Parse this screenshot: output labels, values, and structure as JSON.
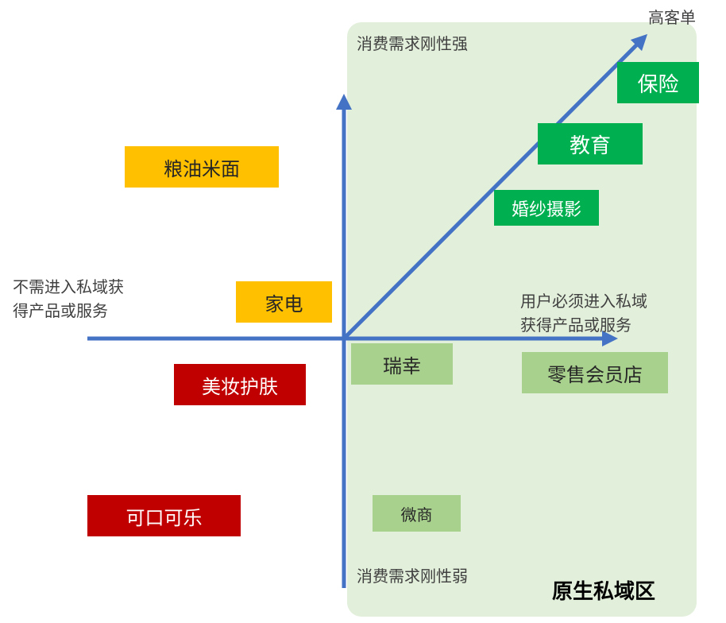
{
  "zone": {
    "title": "原生私域区",
    "color": "#e2efda"
  },
  "axes": {
    "top_label": "消费需求刚性强",
    "bottom_label": "消费需求刚性弱",
    "left_label_line1": "不需进入私域获",
    "left_label_line2": "得产品或服务",
    "right_label_line1": "用户必须进入私域",
    "right_label_line2": "获得产品或服务",
    "diagonal_label": "高客单",
    "axis_color": "#4472c4"
  },
  "items": [
    {
      "label": "保险",
      "category": "dark-green"
    },
    {
      "label": "教育",
      "category": "dark-green"
    },
    {
      "label": "婚纱摄影",
      "category": "dark-green"
    },
    {
      "label": "粮油米面",
      "category": "yellow"
    },
    {
      "label": "家电",
      "category": "yellow"
    },
    {
      "label": "美妆护肤",
      "category": "red"
    },
    {
      "label": "可口可乐",
      "category": "red"
    },
    {
      "label": "瑞幸",
      "category": "light-green"
    },
    {
      "label": "零售会员店",
      "category": "light-green"
    },
    {
      "label": "微商",
      "category": "light-green"
    }
  ],
  "colors": {
    "yellow": "#ffc000",
    "red": "#c00000",
    "dark_green": "#00b050",
    "light_green": "#a9d18e"
  }
}
